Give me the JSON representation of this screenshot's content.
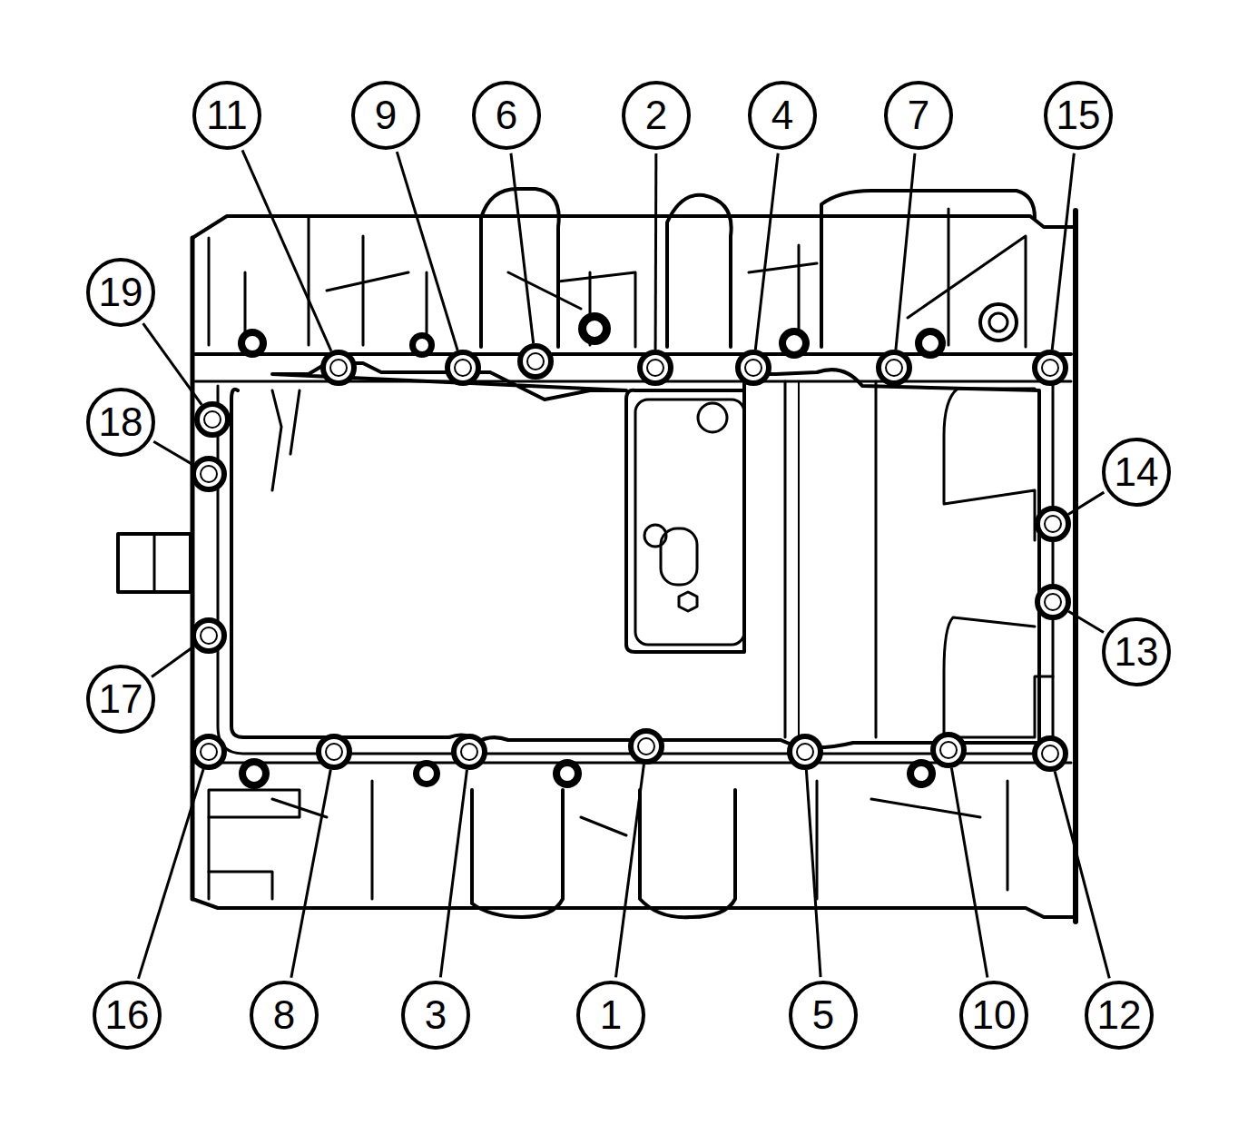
{
  "diagram": {
    "labels": [
      "11",
      "9",
      "6",
      "2",
      "4",
      "7",
      "15",
      "19",
      "18",
      "14",
      "13",
      "17",
      "16",
      "8",
      "3",
      "1",
      "5",
      "10",
      "12"
    ]
  }
}
